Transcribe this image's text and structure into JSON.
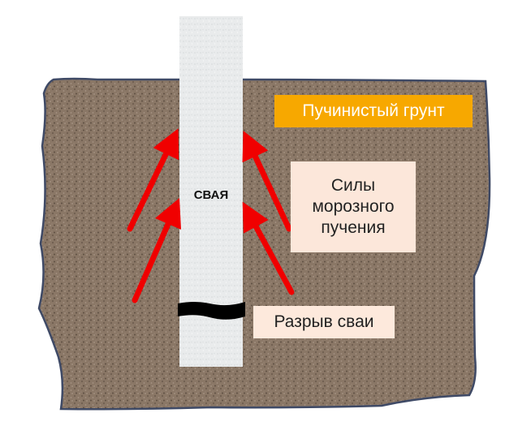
{
  "labels": {
    "heaving_soil": "Пучинистый грунт",
    "frost_heave_forces": "Силы\nморозного\nпучения",
    "pile_break": "Разрыв сваи",
    "pile": "СВАЯ"
  },
  "colors": {
    "soil": "#8a7766",
    "soil_outline": "#3f4a66",
    "pile": "#e9ebec",
    "arrow": "#f00000",
    "soil_label_bg": "#f7a800",
    "forces_label_bg": "#fce7da",
    "break_label_bg": "#fde9dc",
    "break_band": "#000000"
  }
}
